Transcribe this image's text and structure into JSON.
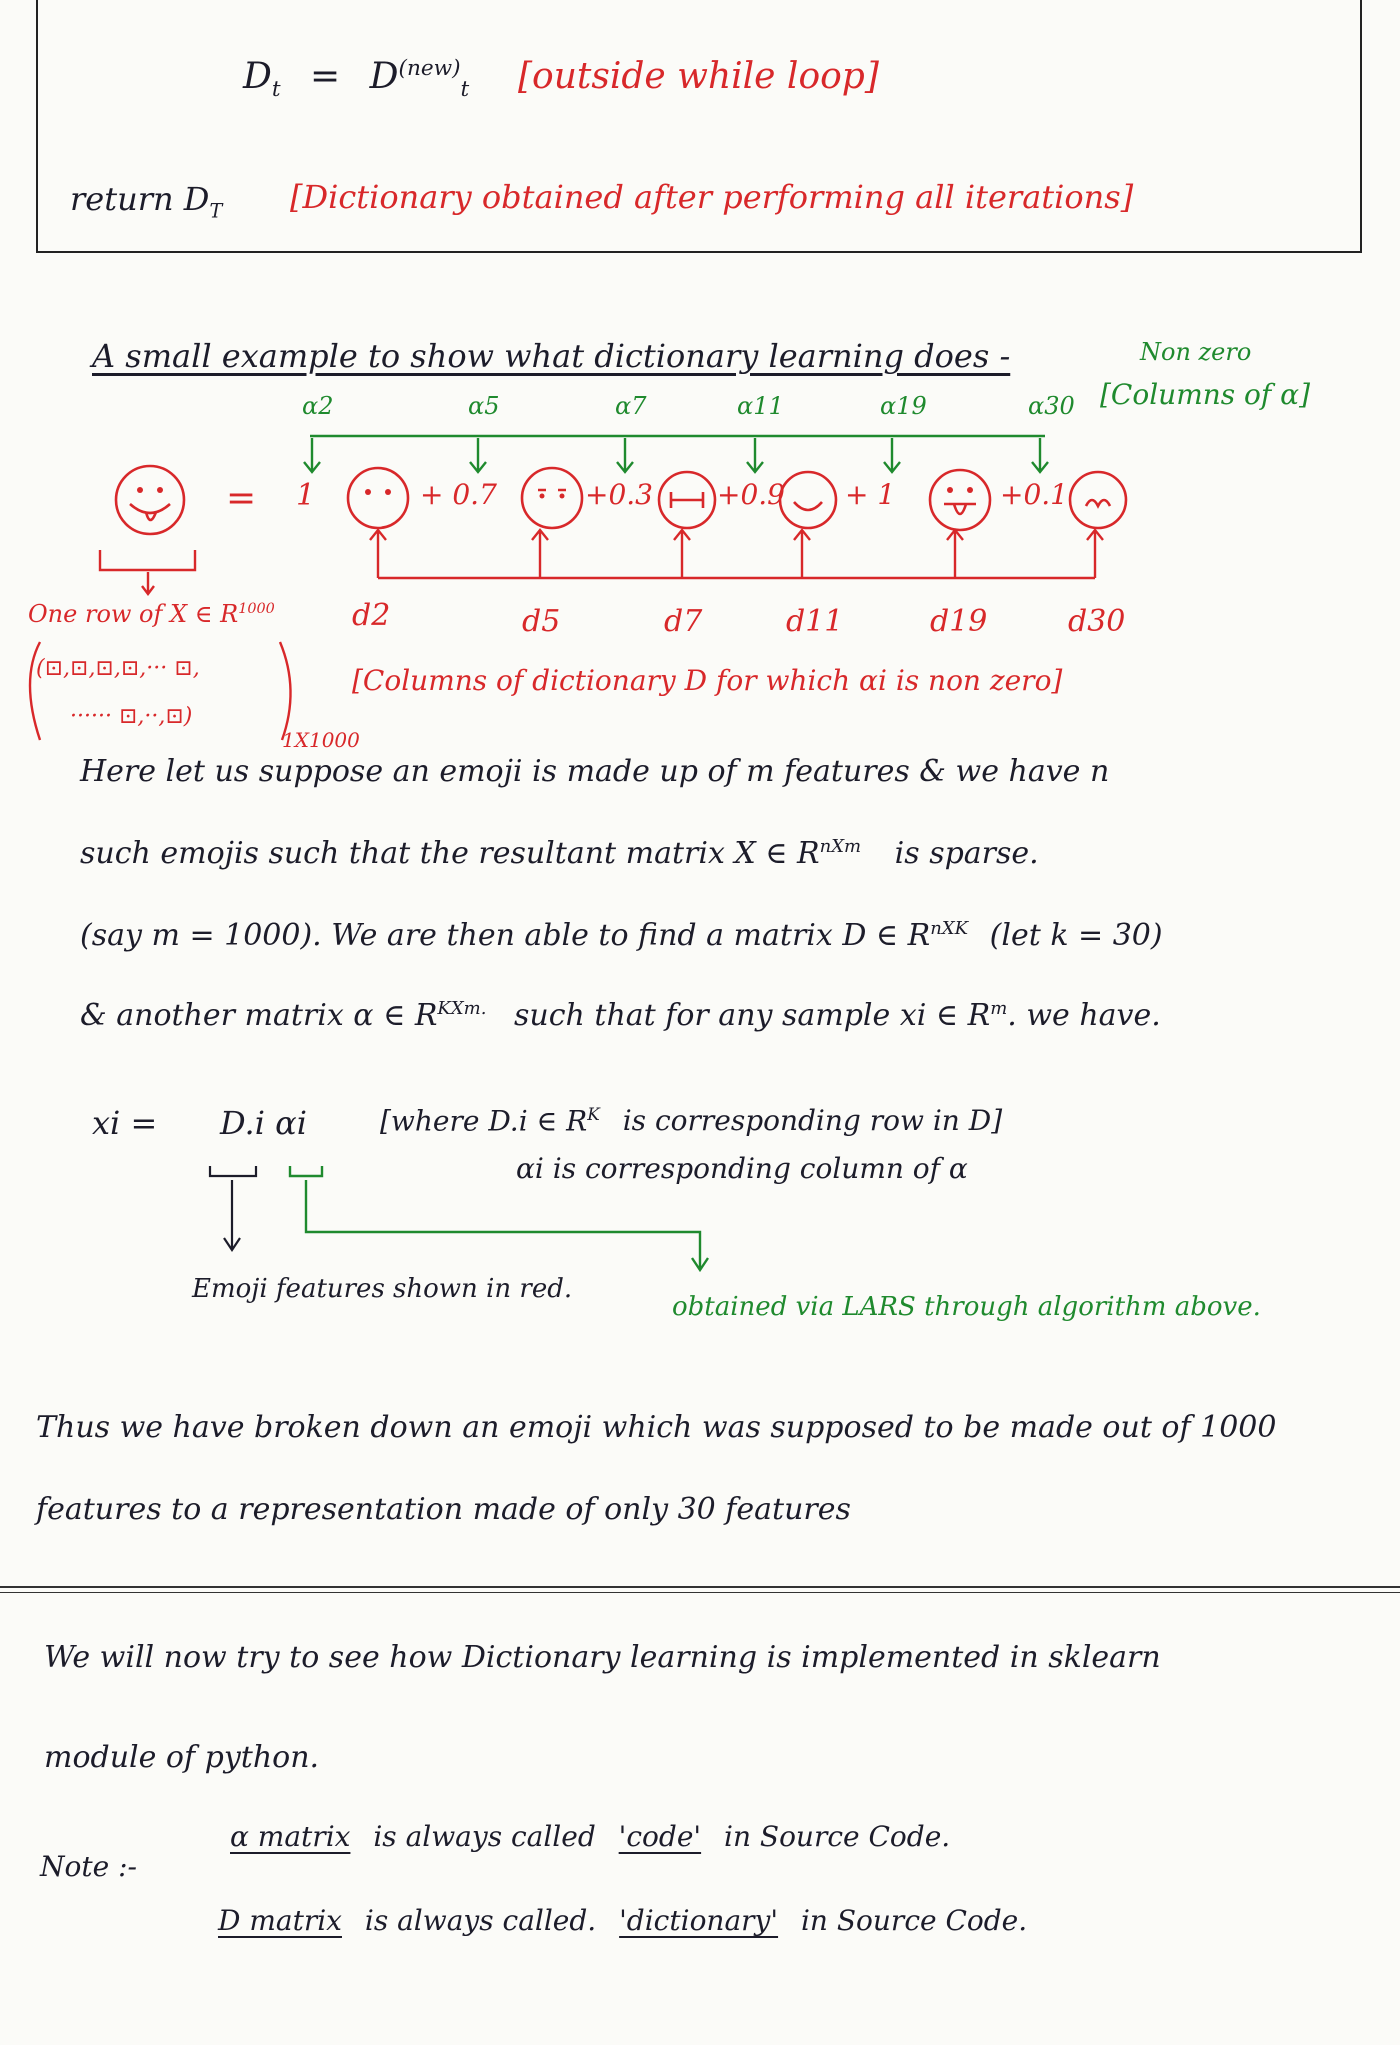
{
  "boxed": {
    "line1_lhs": "D",
    "line1_lhs_sub": "t",
    "line1_eq": "=",
    "line1_rhs": "D",
    "line1_rhs_sup": "(new)",
    "line1_rhs_sub": "t",
    "line1_note": "[outside while loop]",
    "line2_lhs": "return D",
    "line2_lhs_sub": "T",
    "line2_note": "[Dictionary obtained after performing all iterations]"
  },
  "example": {
    "heading": "A small example to show what dictionary learning does -",
    "nonzero_label_line1": "Non zero",
    "nonzero_label_line2": "[Columns of α]",
    "alpha_labels": [
      "α2",
      "α5",
      "α7",
      "α11",
      "α19",
      "α30"
    ],
    "equals": "=",
    "coefficients": [
      "1",
      "+ 0.7",
      "+0.3",
      "+0.9",
      "+ 1",
      "+0.1"
    ],
    "d_labels": [
      "d2",
      "d5",
      "d7",
      "d11",
      "d19",
      "d30"
    ],
    "one_row_label": "One row of X ∈ R",
    "one_row_sup": "1000",
    "row_vector_line1": "(⊡,⊡,⊡,⊡,···  ⊡,",
    "row_vector_line2": "······  ⊡,··,⊡)",
    "row_vector_dim": "1X1000",
    "columns_note": "[Columns of dictionary D for which αi is non zero]"
  },
  "body": {
    "p1_l1": "Here let us suppose an emoji is made up of m features & we have n",
    "p1_l2": "such emojis such that the resultant matrix X ∈ R",
    "p1_l2_sup": "nXm",
    "p1_l2_end": "is sparse.",
    "p1_l3": "(say m = 1000). We are then able to find a matrix D ∈ R",
    "p1_l3_sup": "nXK",
    "p1_l3_end": "(let k = 30)",
    "p1_l4": "& another matrix α ∈ R",
    "p1_l4_sup": "KXm.",
    "p1_l4_end": "such that for any sample xi ∈ R",
    "p1_l4_sup2": "m",
    "p1_l4_end2": ". we have.",
    "eq_lhs": "xi =",
    "eq_rhs": "D.i αi",
    "eq_where_1": "[where D.i ∈ R",
    "eq_where_1_sup": "K",
    "eq_where_1_end": "is corresponding row in D]",
    "eq_where_2": "αi is corresponding column of α",
    "emoji_features": "Emoji features shown in red.",
    "obtained_via": "obtained via LARS through algorithm above.",
    "thus_l1": "Thus we have broken down an emoji which was supposed to be made out of 1000",
    "thus_l2": "features to a representation made of only 30 features"
  },
  "sklearn": {
    "l1": "We will now try to see how Dictionary learning is implemented in sklearn",
    "l2": "module of python.",
    "note_label": "Note :-",
    "note1_underlined": "α matrix",
    "note1_rest": "is always called",
    "note1_code": "'code'",
    "note1_end": "in Source Code.",
    "note2_underlined": "D matrix",
    "note2_rest": "is always called.",
    "note2_code": "'dictionary'",
    "note2_end": "in Source Code."
  },
  "colors": {
    "red_ink": "#d8282a",
    "green_ink": "#1f8a2e",
    "dark_ink": "#1c1c2a",
    "paper": "#fbfbf8"
  }
}
